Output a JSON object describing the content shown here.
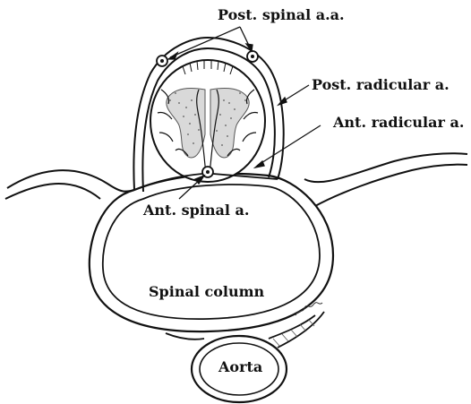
{
  "labels": {
    "post_spinal": "Post. spinal a.a.",
    "post_radicular": "Post. radicular a.",
    "ant_radicular": "Ant. radicular a.",
    "ant_spinal": "Ant. spinal a.",
    "spinal_column": "Spinal column",
    "aorta": "Aorta"
  },
  "colors": {
    "ink": "#111111",
    "background": "#ffffff",
    "stipple": "#777777"
  }
}
